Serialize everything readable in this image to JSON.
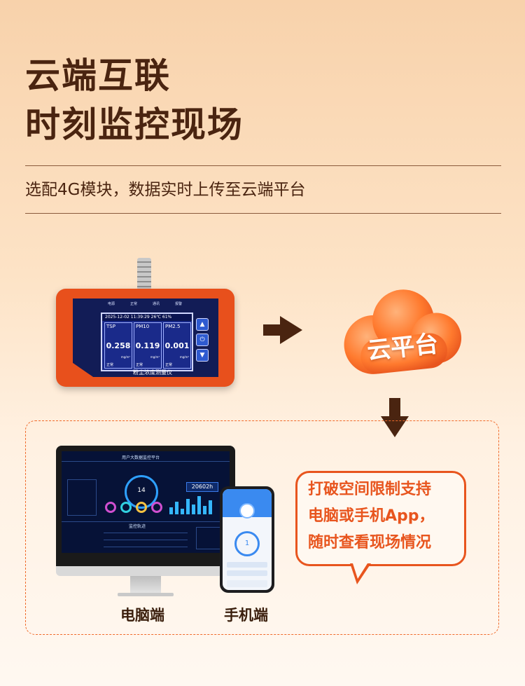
{
  "heading": {
    "line1": "云端互联",
    "line2": "时刻监控现场"
  },
  "subtitle": "选配4G模块，数据实时上传至云端平台",
  "device": {
    "top_labels": [
      "电源",
      "正常",
      "通讯",
      "报警"
    ],
    "status_bar": "2025-12-02 11:39:29  26℃  61%",
    "readings": [
      {
        "label": "TSP",
        "value": "0.258",
        "unit": "mg/m³",
        "status": "正常"
      },
      {
        "label": "PM10",
        "value": "0.119",
        "unit": "mg/m³",
        "status": "正常"
      },
      {
        "label": "PM2.5",
        "value": "0.001",
        "unit": "mg/m³",
        "status": "正常"
      }
    ],
    "buttons": [
      "▲",
      "⏻",
      "▼"
    ],
    "name": "粉尘浓度测量仪"
  },
  "cloud": {
    "label": "云平台"
  },
  "monitor": {
    "title": "用户大数据监控平台",
    "counter": "20602h",
    "center_value": "14",
    "section_label": "监控轨迹"
  },
  "phone": {
    "center_value": "1"
  },
  "captions": {
    "pc": "电脑端",
    "mobile": "手机端"
  },
  "bubble": {
    "lines": [
      "打破空间限制支持",
      "电脑或手机App，",
      "随时查看现场情况"
    ]
  },
  "colors": {
    "accent": "#e8551e",
    "dark": "#4a2410"
  }
}
